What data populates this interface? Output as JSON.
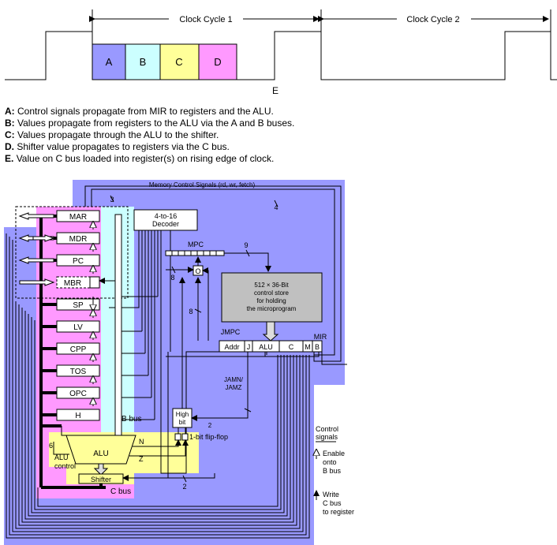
{
  "timing": {
    "cycle1": "Clock Cycle 1",
    "cycle2": "Clock Cycle 2",
    "phases": [
      {
        "label": "A",
        "color": "#9999ff"
      },
      {
        "label": "B",
        "color": "#ccffff"
      },
      {
        "label": "C",
        "color": "#ffff99"
      },
      {
        "label": "D",
        "color": "#ff99ff"
      }
    ],
    "edge_label": "E"
  },
  "legend": [
    {
      "key": "A:",
      "text": "Control signals propagate from MIR to registers and the ALU."
    },
    {
      "key": "B:",
      "text": "Values propagate from registers to the ALU via the A and B buses."
    },
    {
      "key": "C:",
      "text": "Values propagate through the ALU to the shifter."
    },
    {
      "key": "D.",
      "text": "Shifter value propagates to registers via the C bus."
    },
    {
      "key": "E.",
      "text": "Value on C bus loaded into register(s) on rising edge of clock."
    }
  ],
  "datapath": {
    "memory_control": "Memory Control Signals (rd, wr, fetch)",
    "registers": [
      "MAR",
      "MDR",
      "PC",
      "MBR",
      "SP",
      "LV",
      "CPP",
      "TOS",
      "OPC",
      "H"
    ],
    "decoder_line1": "4-to-16",
    "decoder_line2": "Decoder",
    "mpc": "MPC",
    "control_store": [
      "512 × 36-Bit",
      "control store",
      "for holding",
      "the microprogram"
    ],
    "jmpc": "JMPC",
    "mir_label": "MIR",
    "mir_fields": [
      "Addr",
      "J",
      "ALU",
      "C",
      "M",
      "B"
    ],
    "jamn": "JAMN/",
    "jamz": "JAMZ",
    "high_bit": [
      "High",
      "bit"
    ],
    "flipflop": "1-bit flip-flop",
    "alu": "ALU",
    "n_flag": "N",
    "z_flag": "Z",
    "shifter": "Shifter",
    "b_bus": "B bus",
    "c_bus": "C bus",
    "alu_control": [
      "ALU",
      "control"
    ],
    "numbers": {
      "three": "3",
      "four": "4",
      "nine": "9",
      "eight_a": "8",
      "eight_b": "8",
      "two_a": "2",
      "two_b": "2",
      "six": "6",
      "o_gate": "O"
    }
  },
  "key": {
    "title": [
      "Control",
      "signals"
    ],
    "enable": [
      "Enable",
      "onto",
      "B bus"
    ],
    "write": [
      "Write",
      "C bus",
      "to register"
    ]
  },
  "colors": {
    "blue": "#9999ff",
    "cyan": "#ccffff",
    "yellow": "#ffff99",
    "pink": "#ff99ff",
    "gray": "#c0c0c0"
  }
}
